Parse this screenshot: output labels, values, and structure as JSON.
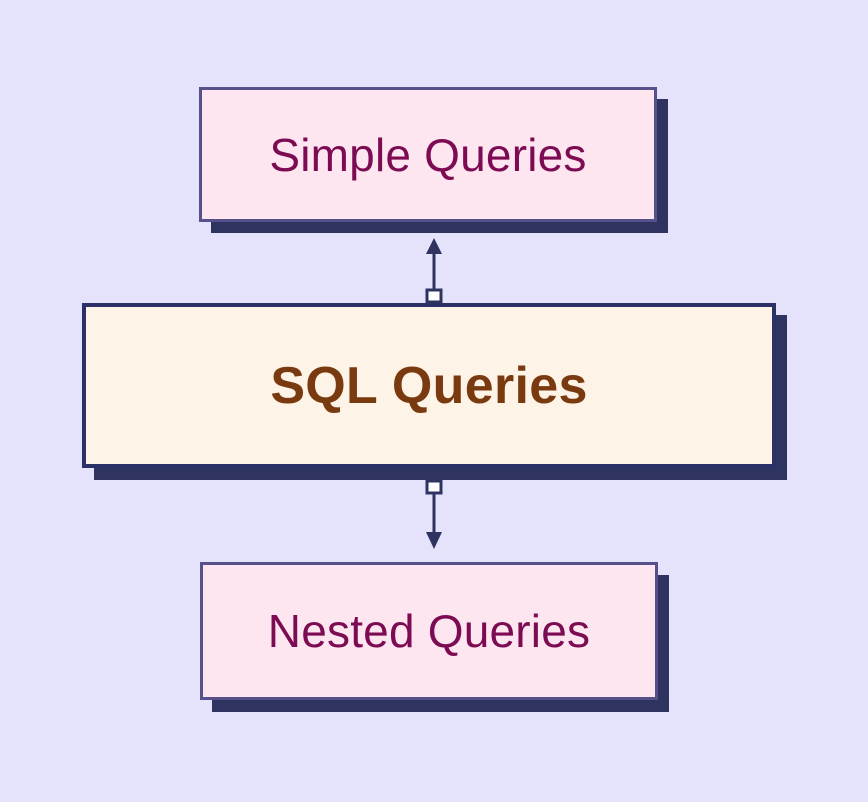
{
  "diagram": {
    "type": "concept-hierarchy",
    "background_color": "#e5e3fc",
    "nodes": [
      {
        "id": "simple-queries",
        "label": "Simple Queries",
        "fill": "#fde6f0",
        "border_color": "#56518a",
        "text_color": "#7c0b53",
        "shadow_color": "#2e3360",
        "emphasis": "normal",
        "position": "top"
      },
      {
        "id": "sql-queries",
        "label": "SQL Queries",
        "fill": "#fdf3e7",
        "border_color": "#2b3166",
        "text_color": "#7a3a10",
        "shadow_color": "#2e3360",
        "emphasis": "bold",
        "position": "middle"
      },
      {
        "id": "nested-queries",
        "label": "Nested Queries",
        "fill": "#fde6f0",
        "border_color": "#56518a",
        "text_color": "#7c0b53",
        "shadow_color": "#2e3360",
        "emphasis": "normal",
        "position": "bottom"
      }
    ],
    "connectors": [
      {
        "id": "sql-to-simple",
        "from": "sql-queries",
        "to": "simple-queries",
        "direction": "up",
        "arrowhead": "solid-triangle",
        "tail_marker": "hollow-square",
        "line_color": "#2e3360"
      },
      {
        "id": "sql-to-nested",
        "from": "sql-queries",
        "to": "nested-queries",
        "direction": "down",
        "arrowhead": "solid-triangle",
        "tail_marker": "hollow-square",
        "line_color": "#2e3360"
      }
    ]
  }
}
